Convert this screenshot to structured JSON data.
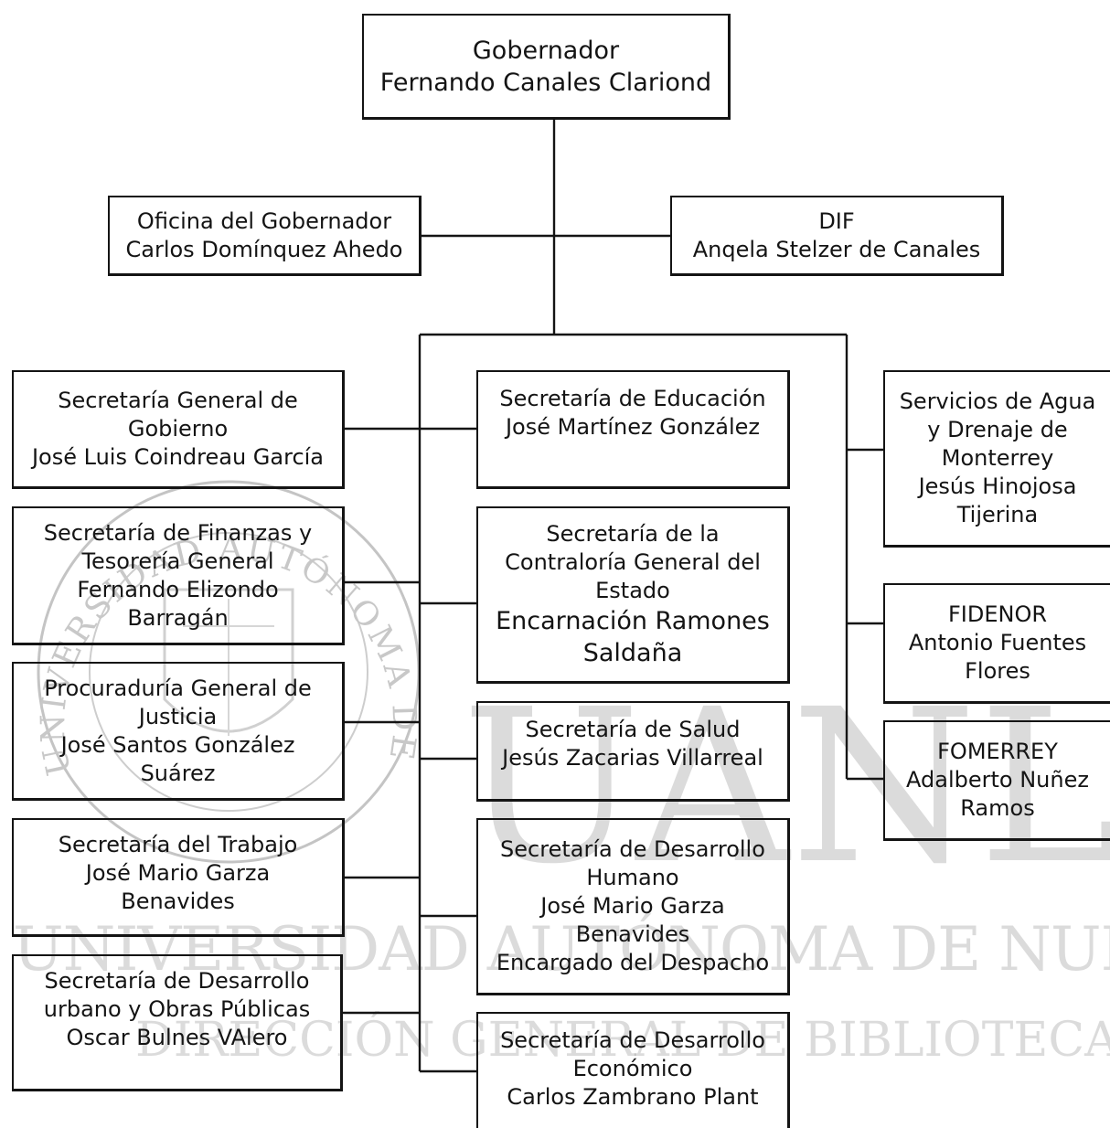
{
  "watermark": {
    "seal_text": "UNIVERSIDAD AUTÓNOMA DE NUEVO LEÓN",
    "big_text": "UANL",
    "line1": "UNIVERSIDAD AUTÓNOMA DE NUEVO LEÓN",
    "line2": "DIRECCIÓN GENERAL DE BIBLIOTECAS"
  },
  "nodes": {
    "governor": "Gobernador\nFernando Canales Clariond",
    "office": "Oficina del Gobernador\nCarlos Domínquez Ahedo",
    "dif": "DIF\nAnqela Stelzer de Canales",
    "sec_gobierno": "Secretaría General de\nGobierno\nJosé Luis Coindreau García",
    "sec_finanzas": "Secretaría de Finanzas y\nTesorería General\nFernando Elizondo\nBarragán",
    "procuraduria": "Procuraduría General de\nJusticia\nJosé Santos González\nSuárez",
    "sec_trabajo": "Secretaría del Trabajo\nJosé Mario Garza\nBenavides",
    "sec_obras": "Secretaría de Desarrollo\nurbano y Obras Públicas\nOscar Bulnes VAlero",
    "sec_educacion": "Secretaría de Educación\nJosé Martínez González",
    "sec_contraloria_title": "Secretaría de la\nContraloría General del\nEstado",
    "sec_contraloria_name": "Encarnación Ramones\nSaldaña",
    "sec_salud": "Secretaría de Salud\nJesús Zacarias Villarreal",
    "sec_humano": "Secretaría de Desarrollo\nHumano\nJosé Mario Garza\nBenavides\nEncargado del Despacho",
    "sec_economico": "Secretaría de Desarrollo\nEconómico\nCarlos Zambrano Plant",
    "agua": "Servicios de Agua\ny Drenaje de\nMonterrey\nJesús Hinojosa\nTijerina",
    "fidenor": "FIDENOR\nAntonio Fuentes\nFlores",
    "fomerrey": "FOMERREY\nAdalberto Nuñez\nRamos"
  }
}
